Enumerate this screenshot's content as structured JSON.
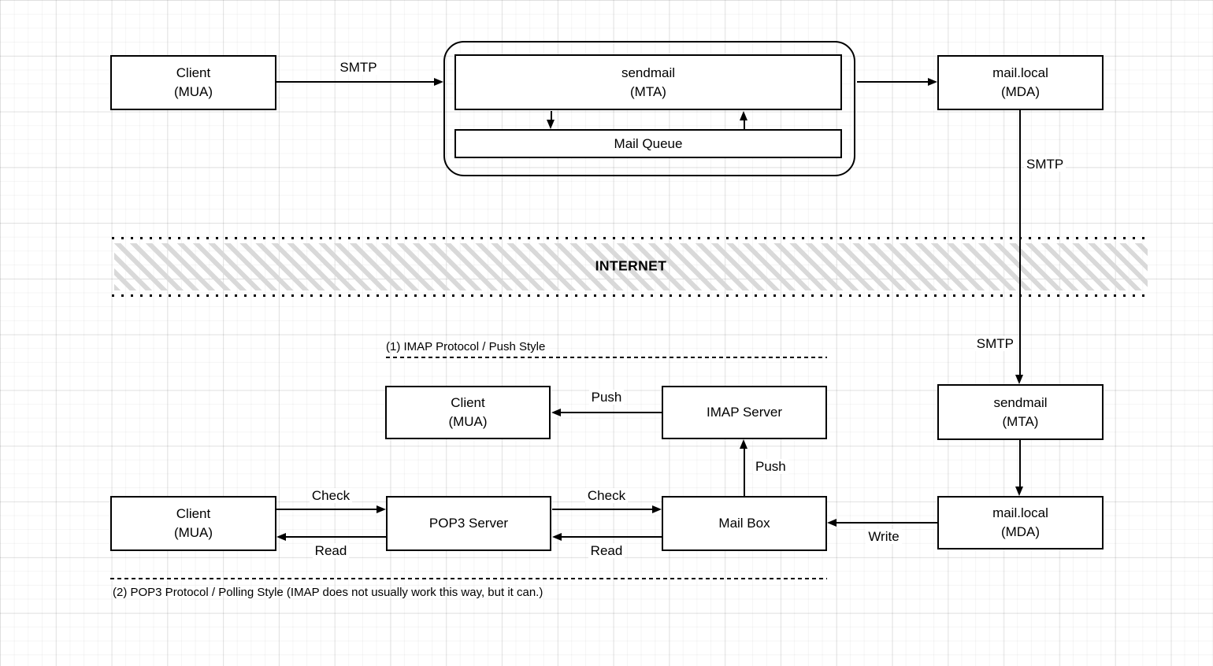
{
  "colors": {
    "stroke": "#000000",
    "node_fill": "#ffffff",
    "hatch": "#d9d9d9"
  },
  "nodes": {
    "client_top": {
      "line1": "Client",
      "line2": "(MUA)"
    },
    "sendmail_top": {
      "line1": "sendmail",
      "line2": "(MTA)"
    },
    "mail_queue": {
      "label": "Mail Queue"
    },
    "mda_top": {
      "line1": "mail.local",
      "line2": "(MDA)"
    },
    "client_mid": {
      "line1": "Client",
      "line2": "(MUA)"
    },
    "imap_server": {
      "label": "IMAP Server"
    },
    "sendmail_bottom": {
      "line1": "sendmail",
      "line2": "(MTA)"
    },
    "client_bottom": {
      "line1": "Client",
      "line2": "(MUA)"
    },
    "pop3_server": {
      "label": "POP3 Server"
    },
    "mail_box": {
      "label": "Mail Box"
    },
    "mda_bottom": {
      "line1": "mail.local",
      "line2": "(MDA)"
    }
  },
  "labels": {
    "internet": "INTERNET",
    "smtp_client_to_mta": "SMTP",
    "smtp_mda_down": "SMTP",
    "smtp_into_mta2": "SMTP",
    "push_imap_to_client": "Push",
    "push_mailbox_to_imap": "Push",
    "check_client_pop3": "Check",
    "read_pop3_client": "Read",
    "check_pop3_mailbox": "Check",
    "read_mailbox_pop3": "Read",
    "write_mda_mailbox": "Write"
  },
  "sections": {
    "imap_title": "(1) IMAP Protocol / Push Style",
    "pop3_caption": "(2) POP3 Protocol / Polling Style (IMAP does not usually work this way, but it can.)"
  }
}
